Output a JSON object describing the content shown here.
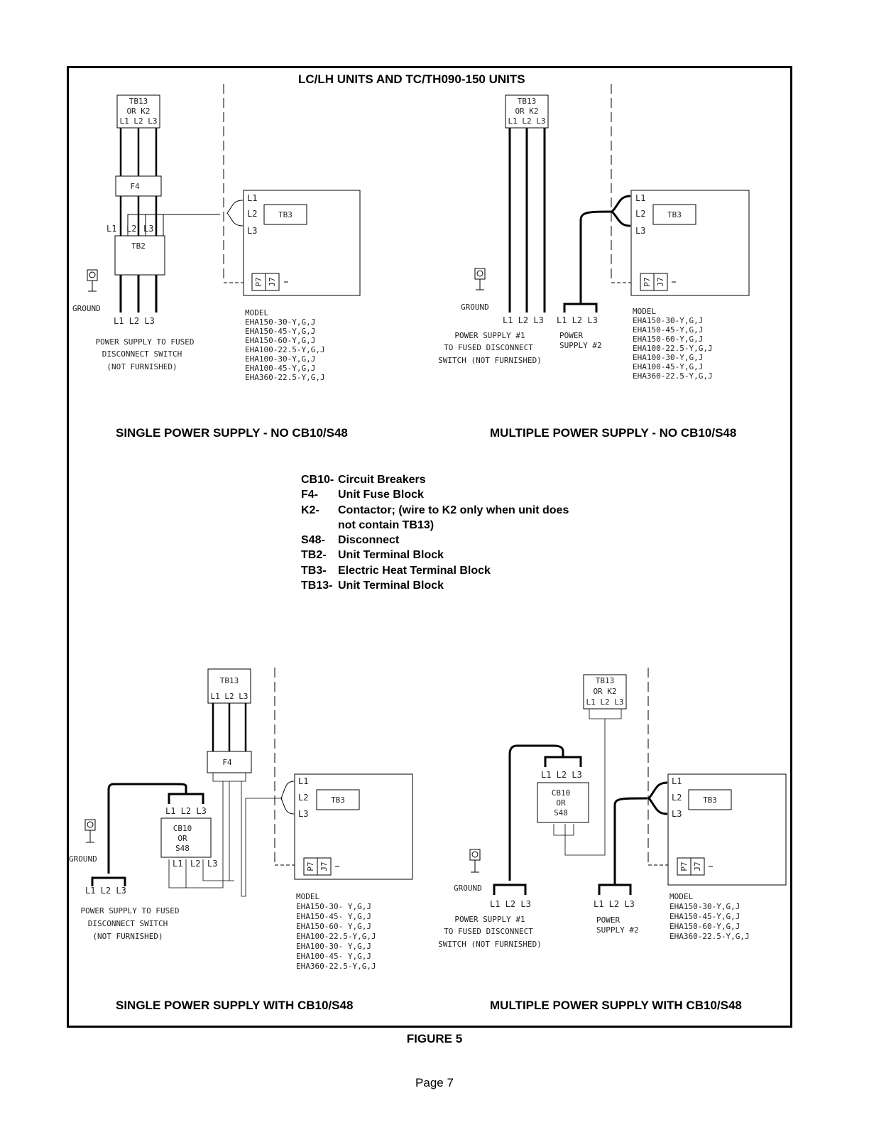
{
  "title": "LC/LH UNITS AND TC/TH090-150 UNITS",
  "panels": {
    "a": {
      "caption": "SINGLE POWER SUPPLY - NO CB10/S48",
      "tb13": [
        "TB13",
        "OR K2",
        "L1 L2 L3"
      ],
      "f4": "F4",
      "tb2": "TB2",
      "tb2_labels": [
        "L1",
        "L2",
        "L3"
      ],
      "ground": "GROUND",
      "supply_lines": "L1  L2  L3",
      "supply": [
        "POWER SUPPLY TO FUSED",
        "DISCONNECT SWITCH",
        "(NOT FURNISHED)"
      ],
      "tb3": "TB3",
      "tb3_lines": [
        "L1",
        "L2",
        "L3"
      ],
      "plug": [
        "P7",
        "J7"
      ],
      "model": [
        "MODEL",
        "EHA150-30-Y,G,J",
        "EHA150-45-Y,G,J",
        "EHA150-60-Y,G,J",
        "EHA100-22.5-Y,G,J",
        "EHA100-30-Y,G,J",
        "EHA100-45-Y,G,J",
        "EHA360-22.5-Y,G,J"
      ]
    },
    "b": {
      "caption": "MULTIPLE POWER SUPPLY - NO CB10/S48",
      "tb13": [
        "TB13",
        "OR K2",
        "L1 L2 L3"
      ],
      "ground": "GROUND",
      "supply1_lines": "L1  L2  L3",
      "supply2_lines": "L1 L2 L3",
      "supply1": [
        "POWER SUPPLY #1",
        "TO FUSED DISCONNECT",
        "SWITCH (NOT FURNISHED)"
      ],
      "supply2": [
        "POWER",
        "SUPPLY #2"
      ],
      "tb3": "TB3",
      "tb3_lines": [
        "L1",
        "L2",
        "L3"
      ],
      "plug": [
        "P7",
        "J7"
      ],
      "model": [
        "MODEL",
        "EHA150-30-Y,G,J",
        "EHA150-45-Y,G,J",
        "EHA150-60-Y,G,J",
        "EHA100-22.5-Y,G,J",
        "EHA100-30-Y,G,J",
        "EHA100-45-Y,G,J",
        "EHA360-22.5-Y,G,J"
      ]
    },
    "c": {
      "caption": "SINGLE POWER SUPPLY WITH CB10/S48",
      "tb13": [
        "TB13",
        "L1 L2 L3"
      ],
      "f4": "F4",
      "cb10_top": "L1 L2 L3",
      "cb10": [
        "CB10",
        "OR",
        "S48"
      ],
      "cb10_bottom": [
        "L1",
        "L2",
        "L3"
      ],
      "ground": "GROUND",
      "supply_lines": "L1 L2 L3",
      "supply": [
        "POWER SUPPLY TO FUSED",
        "DISCONNECT SWITCH",
        "(NOT FURNISHED)"
      ],
      "tb3": "TB3",
      "tb3_lines": [
        "L1",
        "L2",
        "L3"
      ],
      "plug": [
        "P7",
        "J7"
      ],
      "model": [
        "MODEL",
        "EHA150-30- Y,G,J",
        "EHA150-45- Y,G,J",
        "EHA150-60- Y,G,J",
        "EHA100-22.5-Y,G,J",
        "EHA100-30- Y,G,J",
        "EHA100-45- Y,G,J",
        "EHA360-22.5-Y,G,J"
      ]
    },
    "d": {
      "caption": "MULTIPLE POWER SUPPLY WITH CB10/S48",
      "tb13": [
        "TB13",
        "OR K2",
        "L1 L2 L3"
      ],
      "cb10_top": "L1 L2 L3",
      "cb10": [
        "CB10",
        "OR",
        "S48"
      ],
      "ground": "GROUND",
      "supply1_lines": "L1 L2 L3",
      "supply2_lines": "L1 L2 L3",
      "supply1": [
        "POWER SUPPLY #1",
        "TO FUSED DISCONNECT",
        "SWITCH (NOT FURNISHED)"
      ],
      "supply2": [
        "POWER",
        "SUPPLY #2"
      ],
      "tb3": "TB3",
      "tb3_lines": [
        "L1",
        "L2",
        "L3"
      ],
      "plug": [
        "P7",
        "J7"
      ],
      "model": [
        "MODEL",
        "EHA150-30-Y,G,J",
        "EHA150-45-Y,G,J",
        "EHA150-60-Y,G,J",
        "EHA360-22.5-Y,G,J"
      ]
    }
  },
  "legend": [
    {
      "code": "CB10-",
      "desc": "Circuit Breakers"
    },
    {
      "code": "F4-",
      "desc": "Unit Fuse Block"
    },
    {
      "code": "K2-",
      "desc": "Contactor;  (wire to K2 only when unit does not contain TB13)"
    },
    {
      "code": "S48-",
      "desc": "Disconnect"
    },
    {
      "code": "TB2-",
      "desc": "Unit Terminal Block"
    },
    {
      "code": "TB3-",
      "desc": "Electric Heat Terminal Block"
    },
    {
      "code": "TB13-",
      "desc": "Unit Terminal Block"
    }
  ],
  "figure_caption": "FIGURE 5",
  "page_number": "Page 7"
}
